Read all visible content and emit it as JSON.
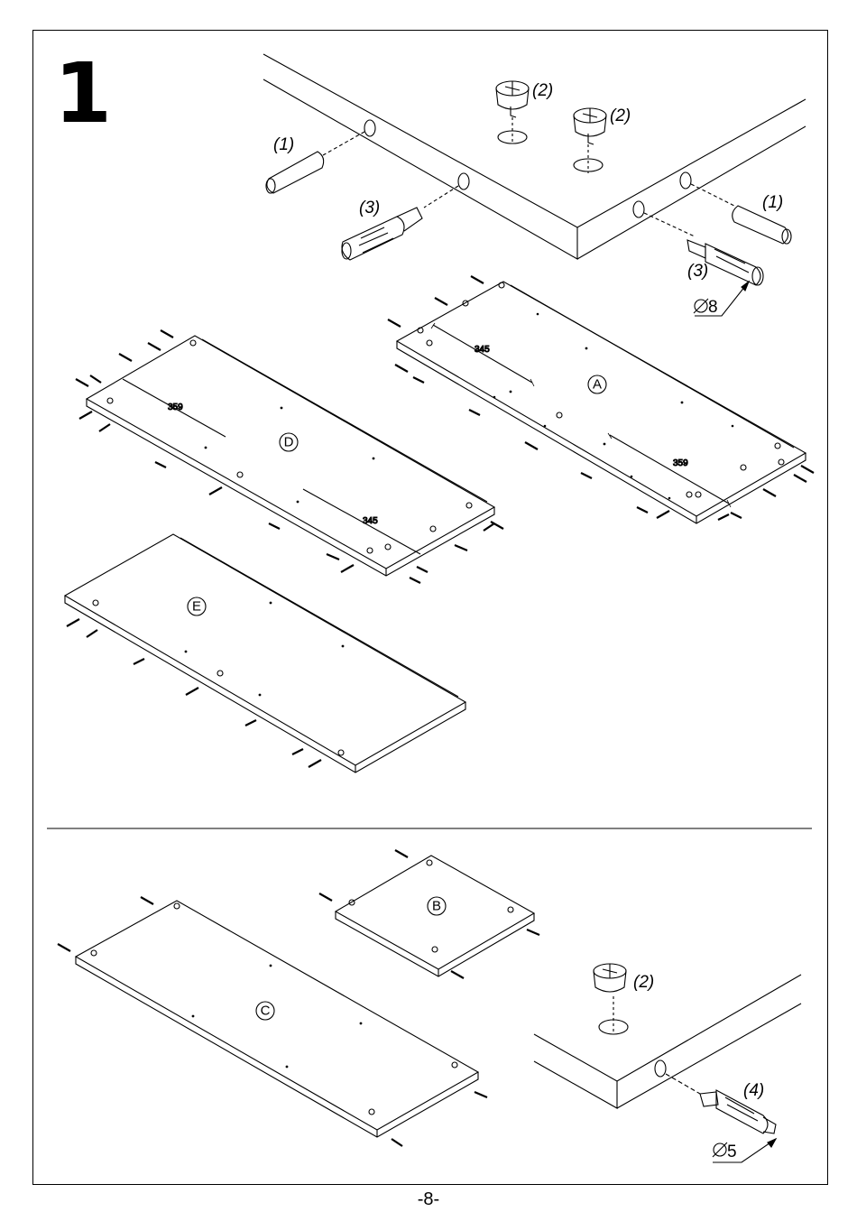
{
  "step": {
    "number": "1"
  },
  "page": {
    "number": "-8-"
  },
  "callouts": {
    "dowel": "(1)",
    "cam_lock": "(2)",
    "cam_bolt": "(3)",
    "short_bolt": "(4)"
  },
  "dimensions": {
    "d_a": "345",
    "d_b": "359",
    "diameter_8": "8",
    "diameter_5": "5"
  },
  "panels": {
    "A": "A",
    "B": "B",
    "C": "C",
    "D": "D",
    "E": "E"
  }
}
